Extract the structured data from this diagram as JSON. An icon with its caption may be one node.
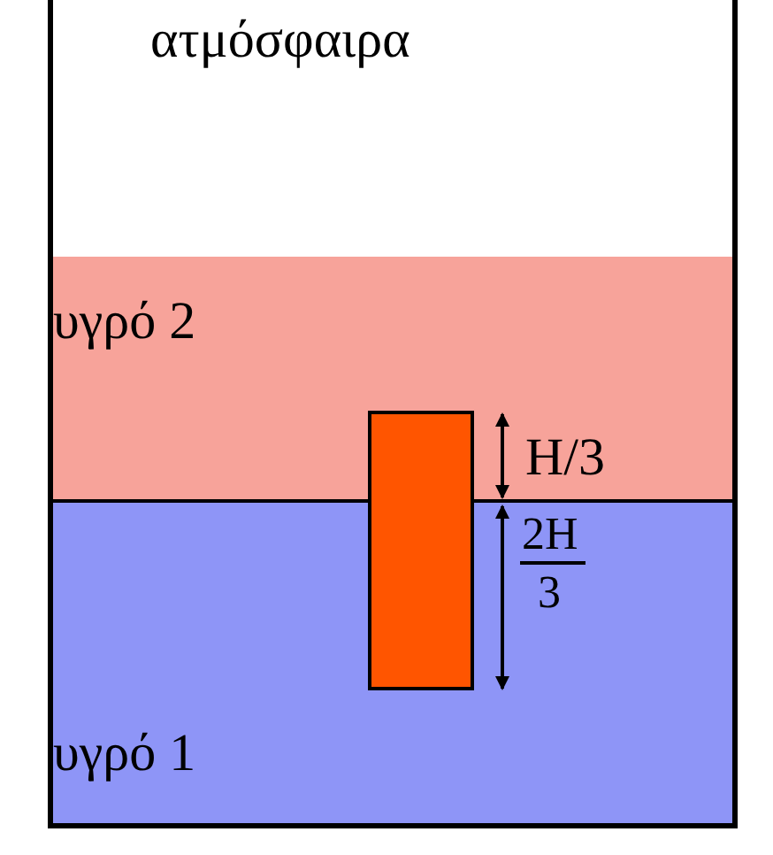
{
  "diagram": {
    "nodes": [
      {
        "text": [],
        "shape": "container"
      },
      {
        "text": [
          "ατμόσφαιρα"
        ],
        "in": 0
      },
      {
        "text": [
          "υγρό 2"
        ],
        "in": 0
      },
      {
        "text": [
          "υγρό 1"
        ],
        "in": 0
      },
      {
        "text": [],
        "shape": "box",
        "in": 0
      }
    ],
    "labels": [
      "H/3",
      "2H",
      "3"
    ]
  }
}
